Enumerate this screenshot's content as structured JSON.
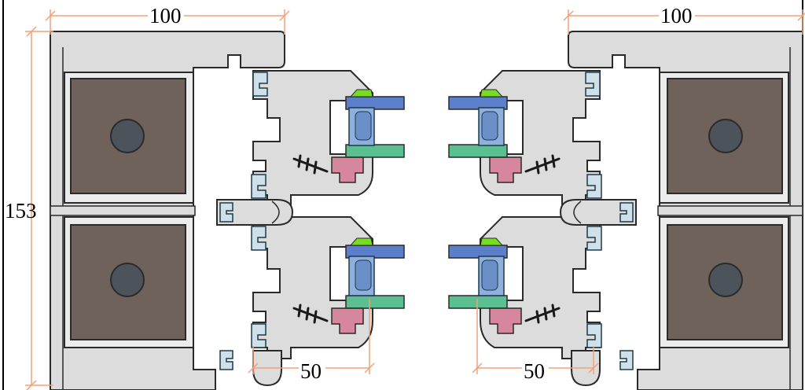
{
  "dimensions": {
    "top_left_width": "100",
    "top_right_width": "100",
    "height": "153",
    "bottom_left_width": "50",
    "bottom_right_width": "50"
  },
  "colors": {
    "frame_fill": "#dcdcdc",
    "frame_stroke": "#2a2a2a",
    "core_fill": "#6e625a",
    "dim_line": "#f2a07a",
    "glass_blue": "#5c7fcc",
    "glass_green": "#5cbf92",
    "gasket_pink": "#d7879d",
    "spacer_blue": "#8fb0dd",
    "wedge_green": "#77dd22",
    "screw": "#1a1a1a"
  },
  "icons": [
    "screw-icon",
    "hinge-icon",
    "glass-bead-icon"
  ]
}
